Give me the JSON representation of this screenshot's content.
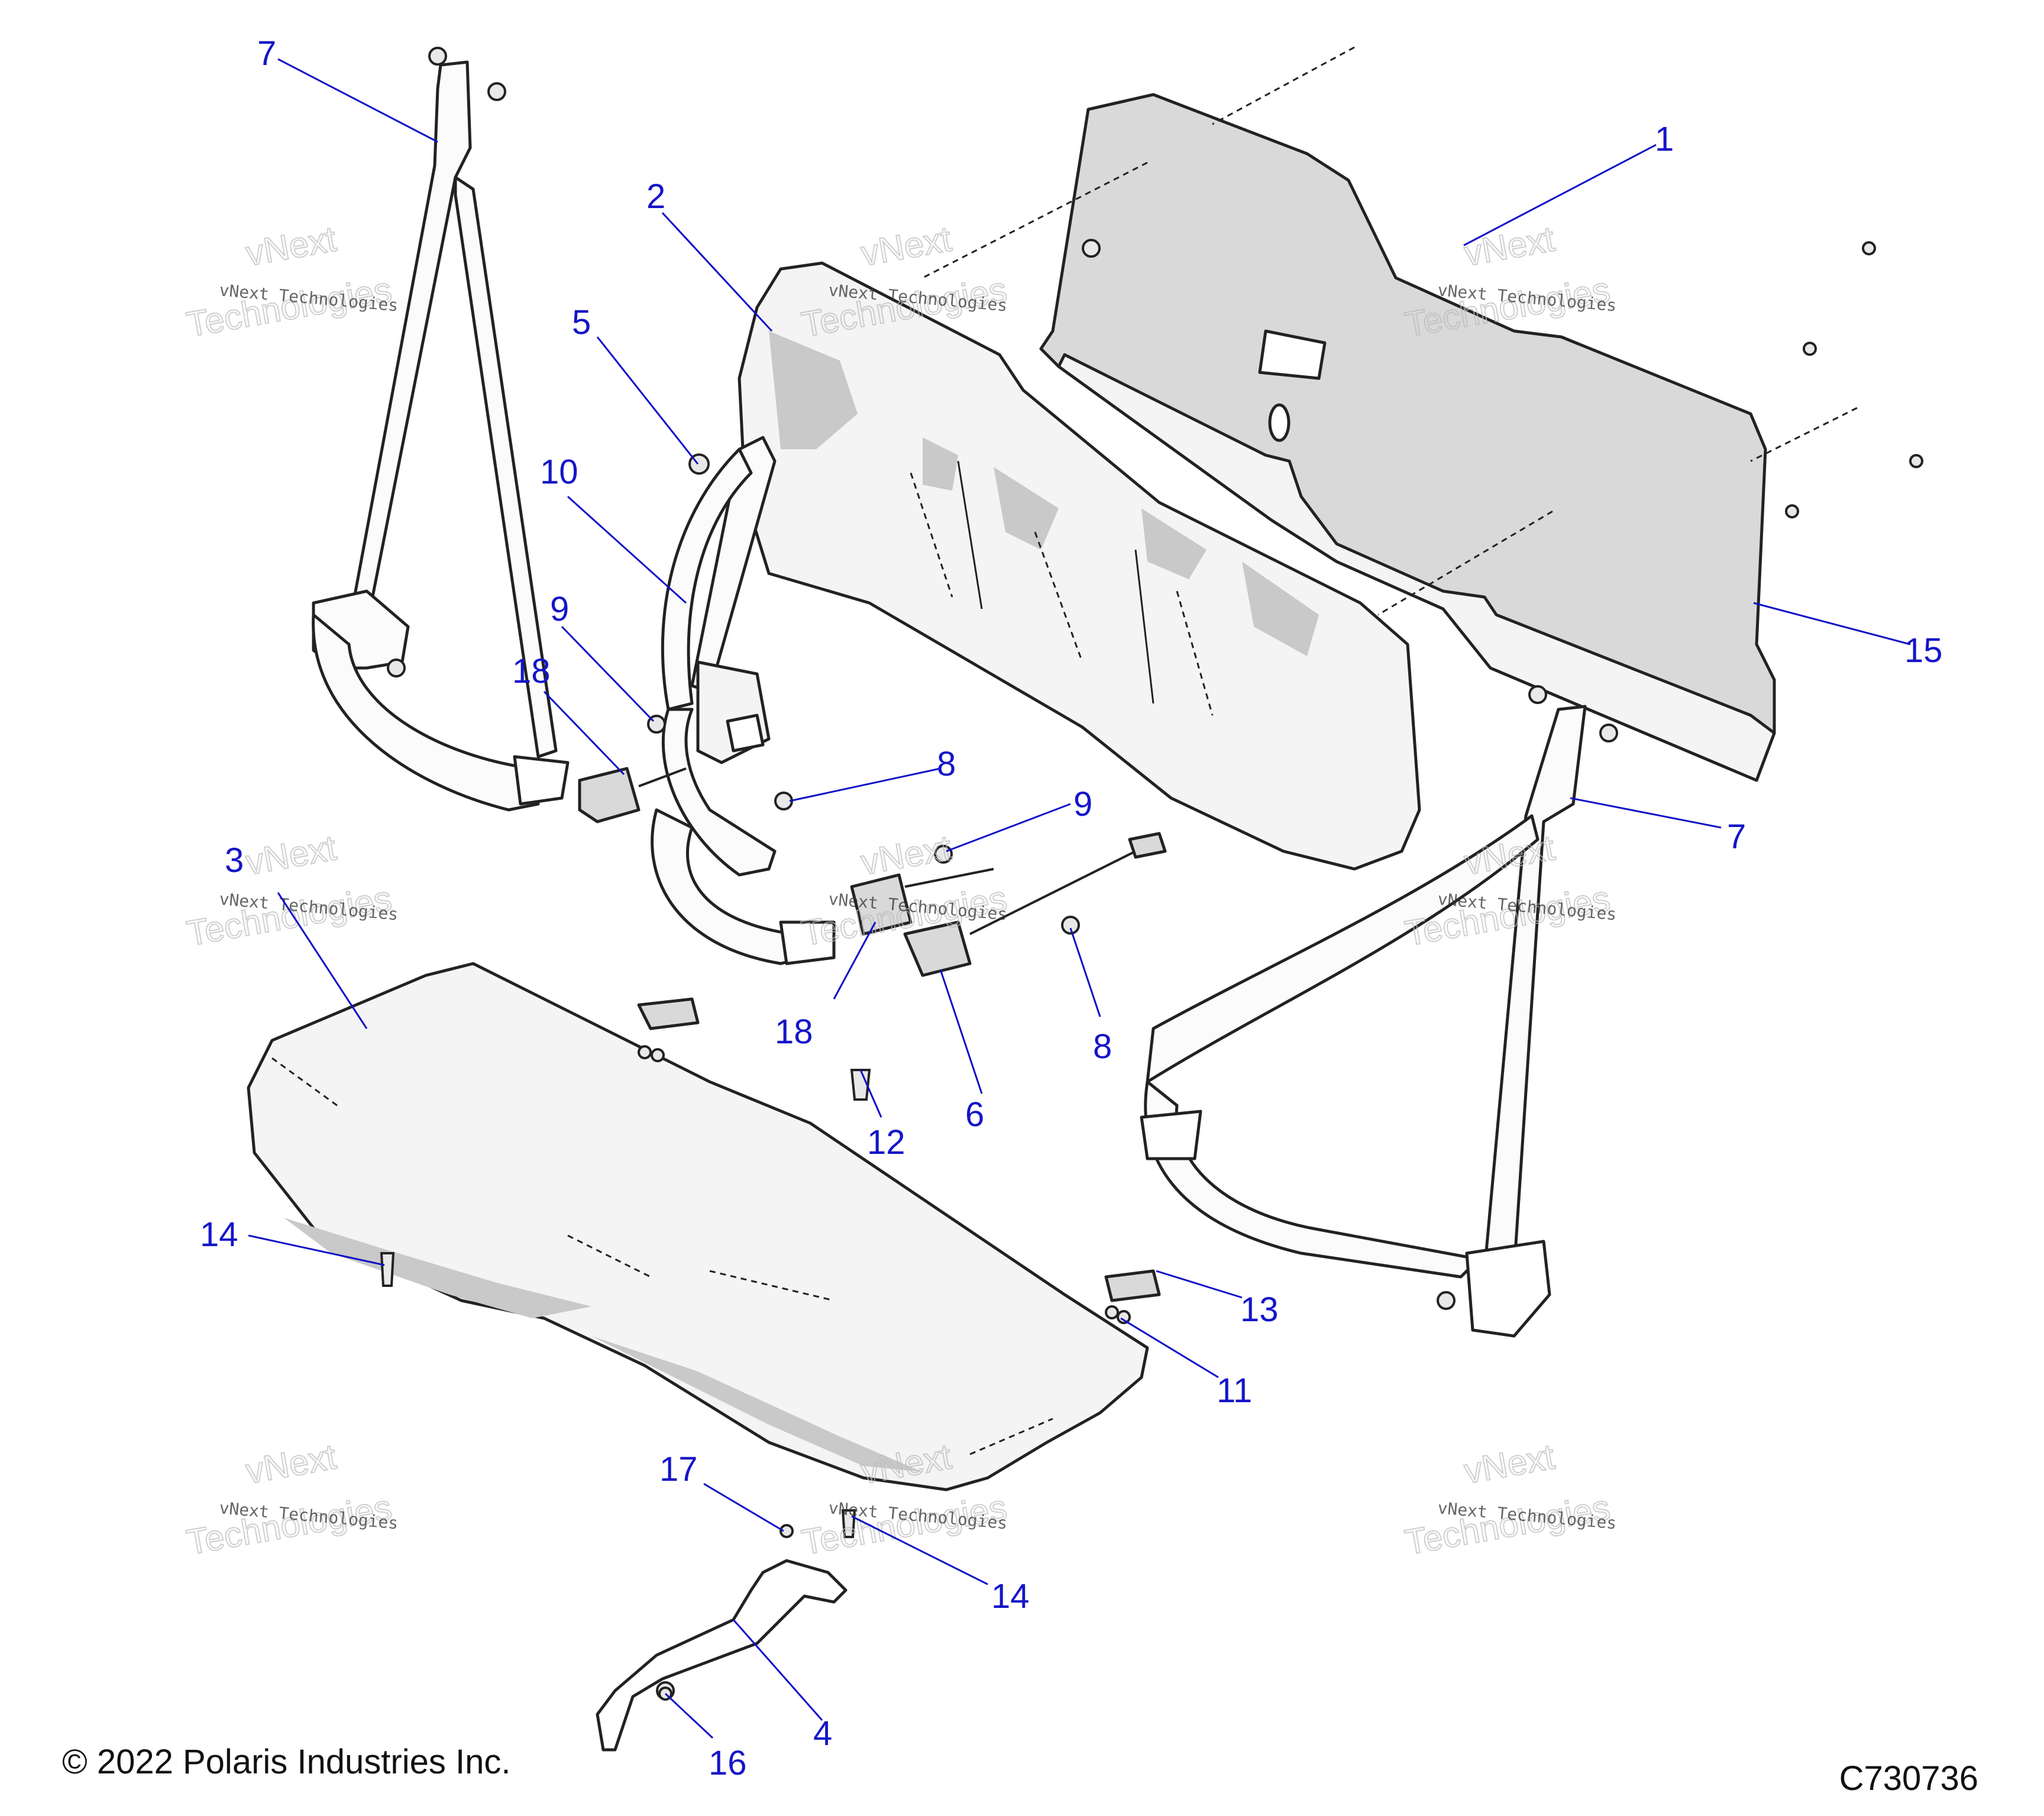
{
  "callouts": {
    "c1": "1",
    "c2": "2",
    "c3": "3",
    "c4": "4",
    "c5": "5",
    "c6": "6",
    "c7a": "7",
    "c7b": "7",
    "c8a": "8",
    "c8b": "8",
    "c9a": "9",
    "c9b": "9",
    "c10": "10",
    "c11": "11",
    "c12": "12",
    "c13": "13",
    "c14a": "14",
    "c14b": "14",
    "c15": "15",
    "c16": "16",
    "c17": "17",
    "c18a": "18",
    "c18b": "18"
  },
  "watermark": {
    "small": "vNext Technologies",
    "large_top": "vNext",
    "large_bottom": "Technologies"
  },
  "footer": {
    "copyright": "© 2022 Polaris Industries Inc.",
    "drawing_number": "C730736"
  }
}
